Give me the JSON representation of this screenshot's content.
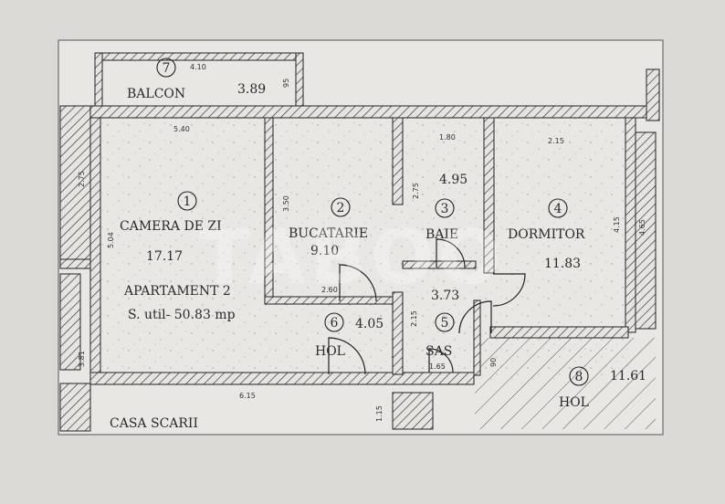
{
  "watermark": "TABOO",
  "apartment": {
    "title": "APARTAMENT 2",
    "useful_area": "S. util- 50.83 mp"
  },
  "rooms": [
    {
      "id": "balcon",
      "number": "7",
      "name": "BALCON",
      "area": "3.89"
    },
    {
      "id": "camera",
      "number": "1",
      "name": "CAMERA DE ZI",
      "area": "17.17"
    },
    {
      "id": "bucatarie",
      "number": "2",
      "name": "BUCATARIE",
      "area": "9.10"
    },
    {
      "id": "baie",
      "number": "3",
      "name": "BAIE",
      "area": "4.95"
    },
    {
      "id": "dormitor",
      "number": "4",
      "name": "DORMITOR",
      "area": "11.83"
    },
    {
      "id": "sas",
      "number": "5",
      "name": "SAS",
      "area": "3.73"
    },
    {
      "id": "hol",
      "number": "6",
      "name": "HOL",
      "area": "4.05"
    },
    {
      "id": "hol-common",
      "number": "8",
      "name": "HOL",
      "area": "11.61"
    }
  ],
  "stairwell": "CASA SCARII",
  "dimensions": {
    "balcon_w": "4.10",
    "balcon_h": "95",
    "camera_w": "5.40",
    "camera_h": "5.04",
    "camera_side": "2.75",
    "buc_h": "3.50",
    "buc_w": "2.60",
    "baie_w": "1.80",
    "baie_h": "2.75",
    "dorm_w": "2.15",
    "dorm_h": "4.15",
    "right_h": "4.65",
    "hol_h": "2.15",
    "sas_w": "1.65",
    "sas_h": "90",
    "left_small": "3.81",
    "bottom_w": "6.15",
    "bottom_h": "1.15"
  }
}
